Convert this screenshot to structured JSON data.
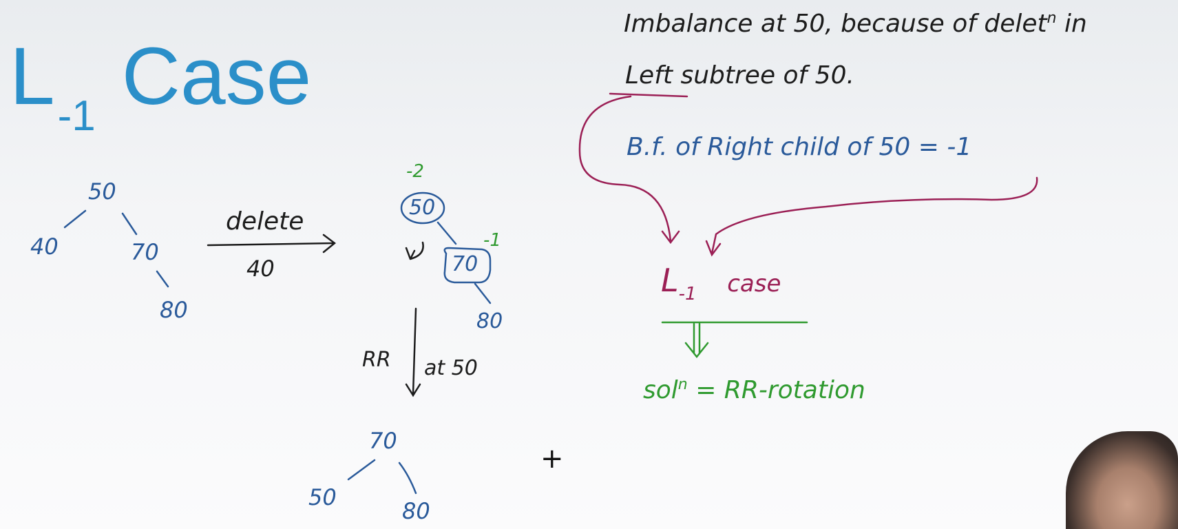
{
  "title": {
    "main": "L",
    "subscript": "-1",
    "word": "Case"
  },
  "left_tree": {
    "root": "50",
    "left": "40",
    "right": "70",
    "right_right": "80"
  },
  "delete_arrow": {
    "top": "delete",
    "bottom": "40"
  },
  "unbalanced_tree": {
    "root": "50",
    "root_bf": "-2",
    "right": "70",
    "right_bf": "-1",
    "right_right": "80"
  },
  "rotation_arrow": {
    "left": "RR",
    "right": "at 50"
  },
  "result_tree": {
    "root": "70",
    "left": "50",
    "right": "80"
  },
  "notes": {
    "line1": "Imbalance at 50, because of delet",
    "line1_sup": "n",
    "line1_end": "in",
    "line2_a": "Left",
    "line2_b": "subtree of 50.",
    "line3": "B.f. of Right child of 50 = -1",
    "case_main": "L",
    "case_sub": "-1",
    "case_word": "case",
    "solution": "sol",
    "solution_sup": "n",
    "solution_rest": "= RR-rotation"
  },
  "colors": {
    "title": "#2b8fc9",
    "ink_blue": "#2a5a9a",
    "ink_green": "#2f9a2f",
    "ink_maroon": "#9b1f55",
    "ink_black": "#1c1c1c"
  }
}
